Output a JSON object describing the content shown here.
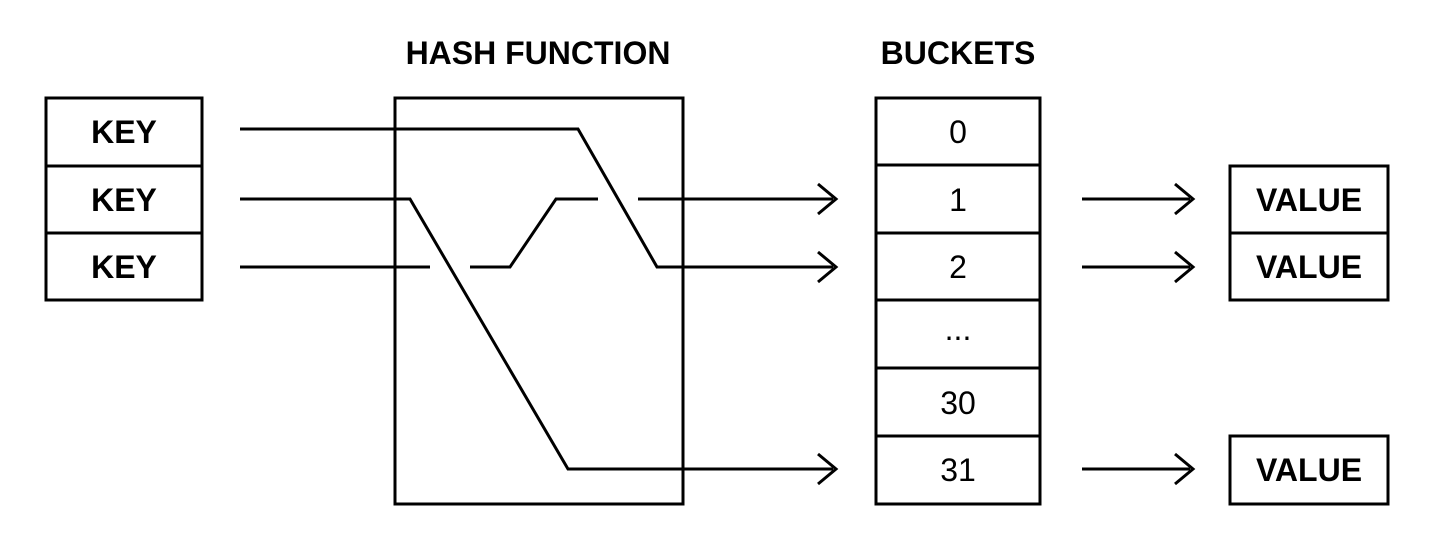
{
  "headings": {
    "hash_function": "HASH FUNCTION",
    "buckets": "BUCKETS"
  },
  "keys": [
    "KEY",
    "KEY",
    "KEY"
  ],
  "buckets": [
    "0",
    "1",
    "2",
    "...",
    "30",
    "31"
  ],
  "values": [
    "VALUE",
    "VALUE",
    "VALUE"
  ],
  "colors": {
    "stroke": "#000000",
    "background": "#ffffff"
  }
}
